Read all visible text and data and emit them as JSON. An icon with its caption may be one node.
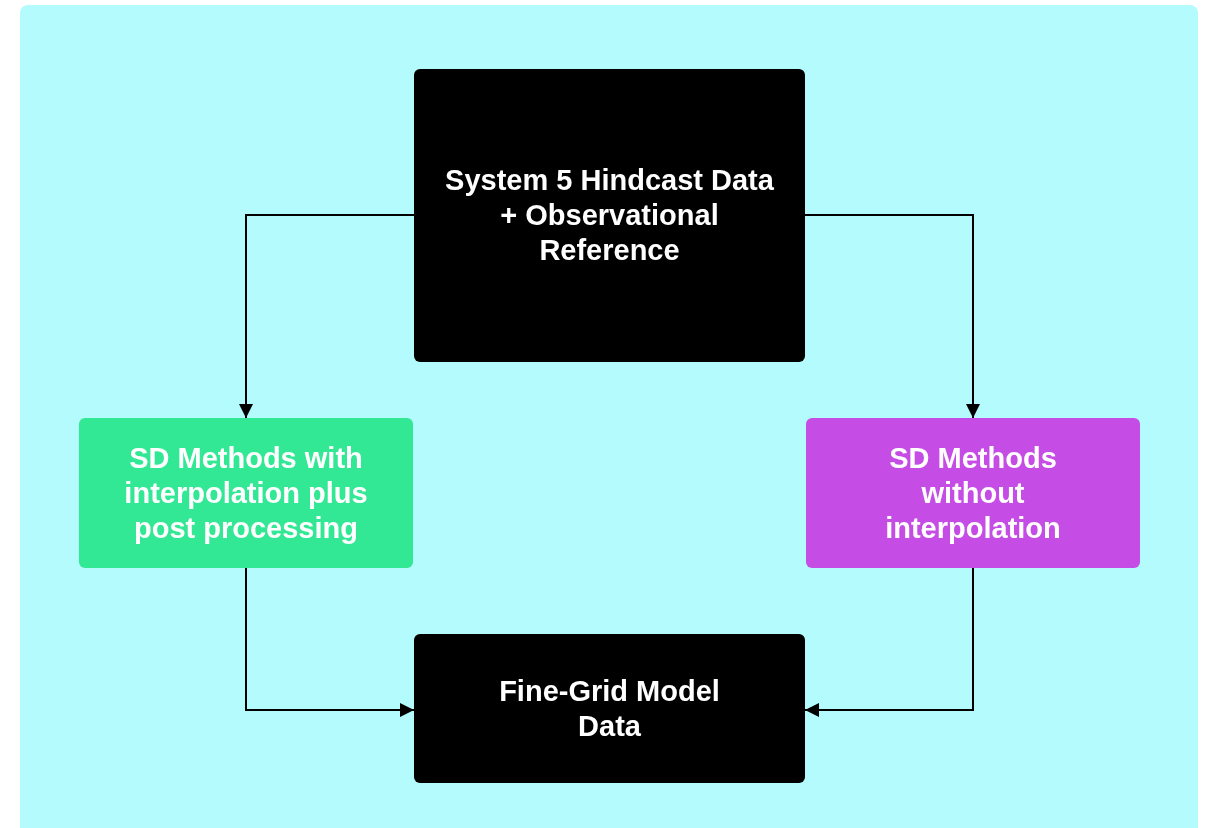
{
  "diagram": {
    "nodes": [
      {
        "text": [
          "System 5 Hindcast Data + Observational Reference"
        ]
      },
      {
        "text": [
          "SD Methods with interpolation plus post processing"
        ]
      },
      {
        "text": [
          "SD Methods without interpolation"
        ]
      },
      {
        "text": [
          "Fine-Grid Model Data"
        ]
      }
    ],
    "edges": [
      {
        "from": 0,
        "to": 1,
        "arrow": "to"
      },
      {
        "from": 0,
        "to": 2,
        "arrow": "to"
      },
      {
        "from": 1,
        "to": 3,
        "arrow": "to"
      },
      {
        "from": 2,
        "to": 3,
        "arrow": "to"
      }
    ]
  }
}
